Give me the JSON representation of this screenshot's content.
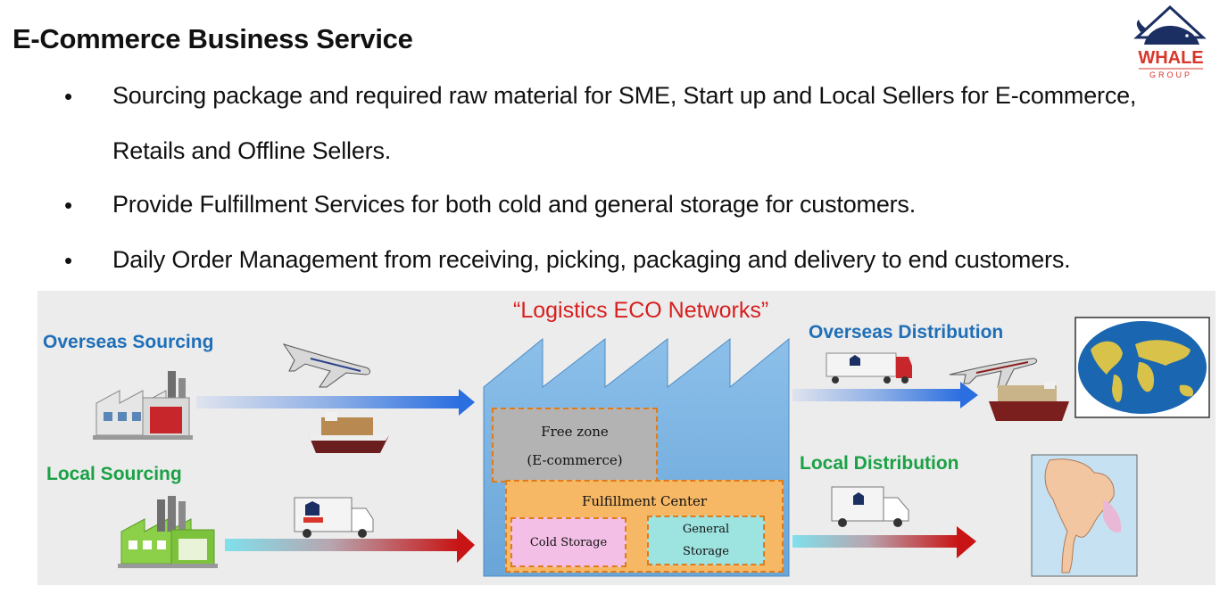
{
  "header": {
    "title": "E-Commerce Business Service",
    "logo_text": "WHALE",
    "logo_subtext": "GROUP"
  },
  "bullets": [
    {
      "lines": [
        "Sourcing package and required raw material for SME, Start up and Local Sellers for  E-commerce,",
        "Retails and Offline Sellers."
      ]
    },
    {
      "lines": [
        "Provide Fulfillment Services for both cold and general storage for customers."
      ]
    },
    {
      "lines": [
        "Daily Order Management from receiving, picking, packaging and delivery to end customers."
      ]
    }
  ],
  "diagram": {
    "network_title": "“Logistics ECO Networks”",
    "overseas_sourcing": "Overseas Sourcing",
    "local_sourcing": "Local Sourcing",
    "overseas_distribution": "Overseas Distribution",
    "local_distribution": "Local Distribution",
    "free_zone_line1": "Free  zone",
    "free_zone_line2": "(E-commerce)",
    "fulfillment_center": "Fulfillment  Center",
    "cold_storage": "Cold  Storage",
    "general_storage_line1": "General",
    "general_storage_line2": "Storage"
  },
  "colors": {
    "overseas_label": "#1f6fb8",
    "local_label": "#1aa146",
    "network_title": "#d81e1e",
    "factory_building": "#7fb4e0",
    "free_zone": "#b3b3b3",
    "fulfillment": "#f6b865",
    "cold_storage": "#f3bfe6",
    "general_storage": "#9de3e0"
  }
}
